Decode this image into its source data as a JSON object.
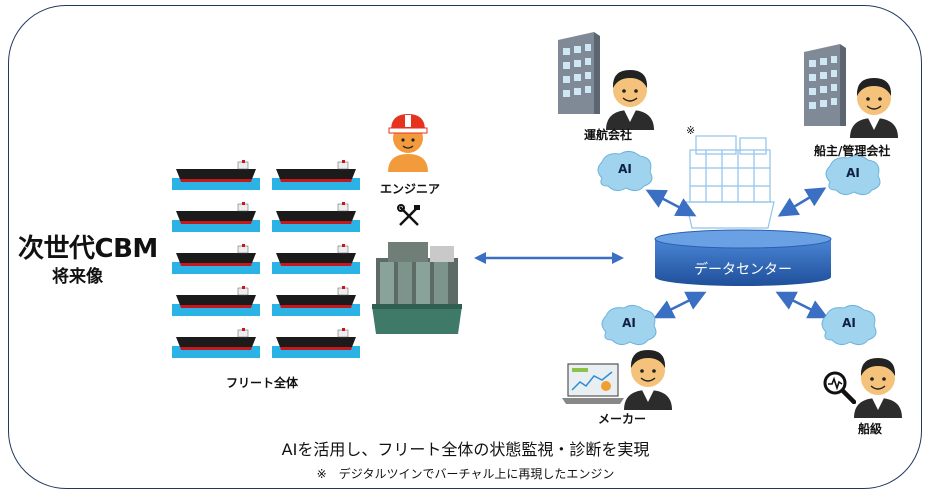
{
  "title": {
    "main": "次世代CBM",
    "sub": "将来像"
  },
  "labels": {
    "engineer": "エンジニア",
    "fleet": "フリート全体",
    "shipping_company": "運航会社",
    "owner": "船主/管理会社",
    "data_center": "データセンター",
    "maker": "メーカー",
    "class": "船級",
    "ai": "AI",
    "note_mark": "※"
  },
  "caption": "AIを活用し、フリート全体の状態監視・診断を実現",
  "note": "※　デジタルツインでバーチャル上に再現したエンジン",
  "colors": {
    "frame": "#1f3a5f",
    "arrow": "#3a6fc4",
    "datacenter": "#2a5fb0",
    "brain": "#9fd3ee",
    "hull_black": "#1b1b1b",
    "hull_red": "#c8161d",
    "water": "#2bb3e6",
    "engine": "#4a7a6a",
    "helmet": "#e6331f",
    "face_engineer": "#f39a3c"
  },
  "icons": [
    "building-icon",
    "person-icon",
    "engineer-icon",
    "tools-icon",
    "ship-icon",
    "engine-icon",
    "brain-ai-icon",
    "database-icon",
    "laptop-chart-icon",
    "magnifier-icon",
    "digital-twin-engine-icon"
  ]
}
